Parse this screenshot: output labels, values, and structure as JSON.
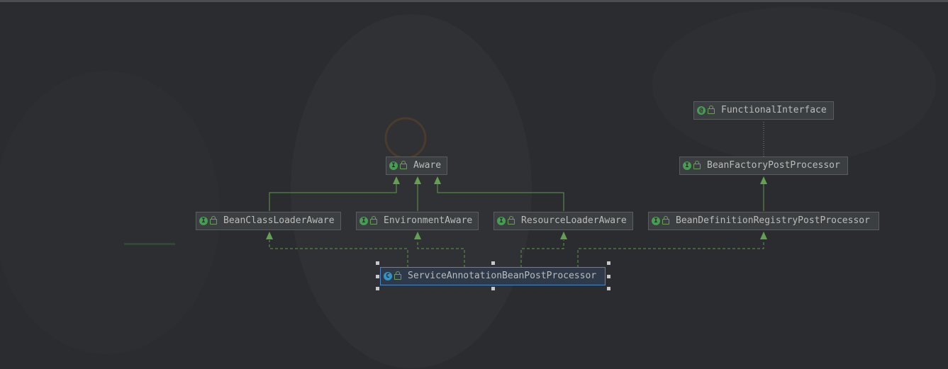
{
  "nodes": {
    "functional_interface": {
      "label": "FunctionalInterface",
      "kind": "@"
    },
    "aware": {
      "label": "Aware",
      "kind": "I"
    },
    "bean_factory_post_processor": {
      "label": "BeanFactoryPostProcessor",
      "kind": "I"
    },
    "bean_class_loader_aware": {
      "label": "BeanClassLoaderAware",
      "kind": "I"
    },
    "environment_aware": {
      "label": "EnvironmentAware",
      "kind": "I"
    },
    "resource_loader_aware": {
      "label": "ResourceLoaderAware",
      "kind": "I"
    },
    "bean_definition_registry_post_processor": {
      "label": "BeanDefinitionRegistryPostProcessor",
      "kind": "I"
    },
    "service_annotation_bean_post_processor": {
      "label": "ServiceAnnotationBeanPostProcessor",
      "kind": "C"
    }
  },
  "colors": {
    "edge": "#5f9a4c",
    "arrow": "#62a052",
    "interface_icon": "#499c54",
    "class_icon": "#3592c4",
    "selection": "#4a88c7"
  }
}
